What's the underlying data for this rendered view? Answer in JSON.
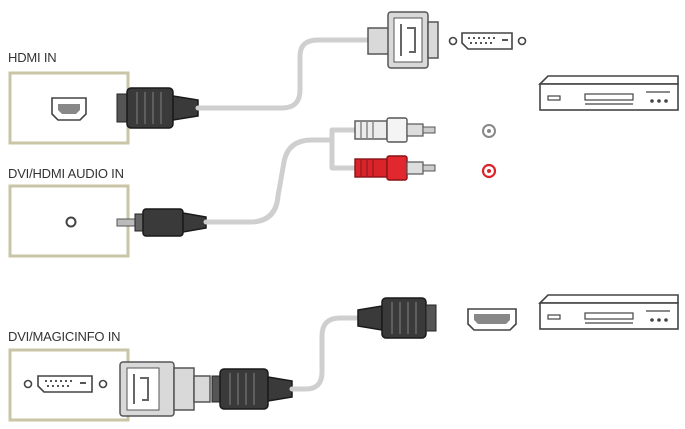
{
  "ports": {
    "hdmi_in": "HDMI IN",
    "dvi_hdmi_audio_in": "DVI/HDMI AUDIO IN",
    "dvi_magicinfo_in": "DVI/MAGICINFO IN"
  },
  "colors": {
    "panel_border": "#c9c5a6",
    "cable": "#cfcfcf",
    "connector_dark": "#3a3a3a",
    "rca_red": "#d9252a",
    "rca_white": "#ececec"
  },
  "icons": [
    "hdmi-port-icon",
    "audio-jack-icon",
    "dvi-port-icon",
    "media-player-icon",
    "rca-jack-icon"
  ]
}
